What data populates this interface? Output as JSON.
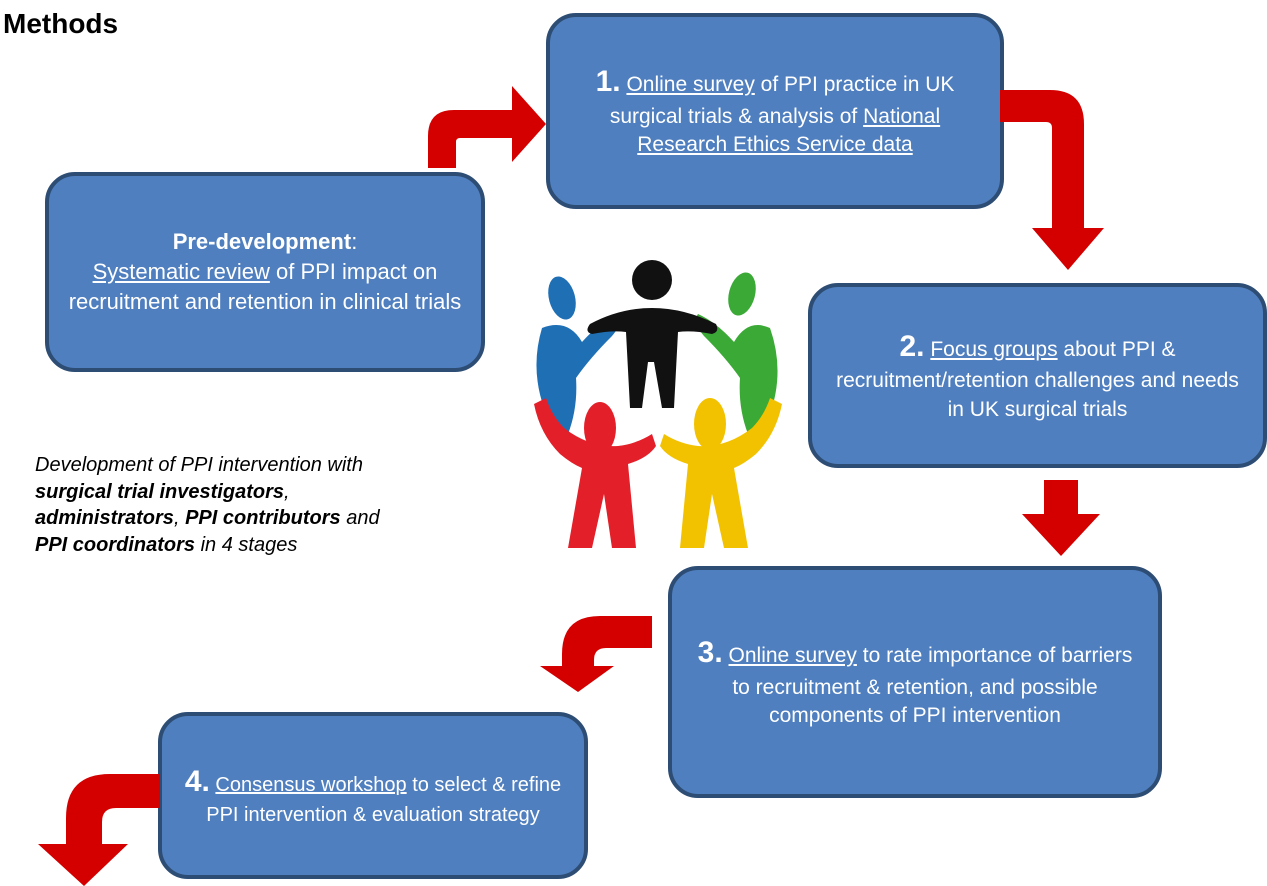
{
  "title": "Methods",
  "pre_development": {
    "heading": "Pre-development",
    "heading_suffix": ":",
    "link": "Systematic review",
    "rest": " of PPI impact on recruitment and retention in clinical trials"
  },
  "stage1": {
    "number": "1.",
    "link1": "Online survey",
    "text1": " of PPI practice in UK surgical trials & analysis of ",
    "link2": "National Research Ethics Service data"
  },
  "stage2": {
    "number": "2.",
    "link": "Focus groups",
    "text": " about PPI & recruitment/retention challenges and needs in UK surgical trials"
  },
  "stage3": {
    "number": "3.",
    "link": "Online survey",
    "text": " to rate importance of barriers to recruitment & retention, and possible components of PPI intervention"
  },
  "stage4": {
    "number": "4.",
    "link": "Consensus workshop",
    "text": " to select & refine PPI intervention & evaluation strategy"
  },
  "note": {
    "part1": "Development of PPI intervention with ",
    "bold1": "surgical trial investigators",
    "sep1": ", ",
    "bold2": "administrators",
    "sep2": ", ",
    "bold3": "PPI contributors",
    "part2": " and ",
    "bold4": "PPI coordinators",
    "part3": " in 4 stages"
  },
  "colors": {
    "box_fill": "#4f7fbf",
    "box_border": "#2d4d74",
    "arrow": "#d40000",
    "figure_blue": "#1f6fb5",
    "figure_black": "#111111",
    "figure_green": "#3aa935",
    "figure_red": "#e3202a",
    "figure_yellow": "#f2c200"
  },
  "icons": [
    "curved-arrow-icon",
    "down-arrow-icon",
    "people-circle-icon"
  ]
}
